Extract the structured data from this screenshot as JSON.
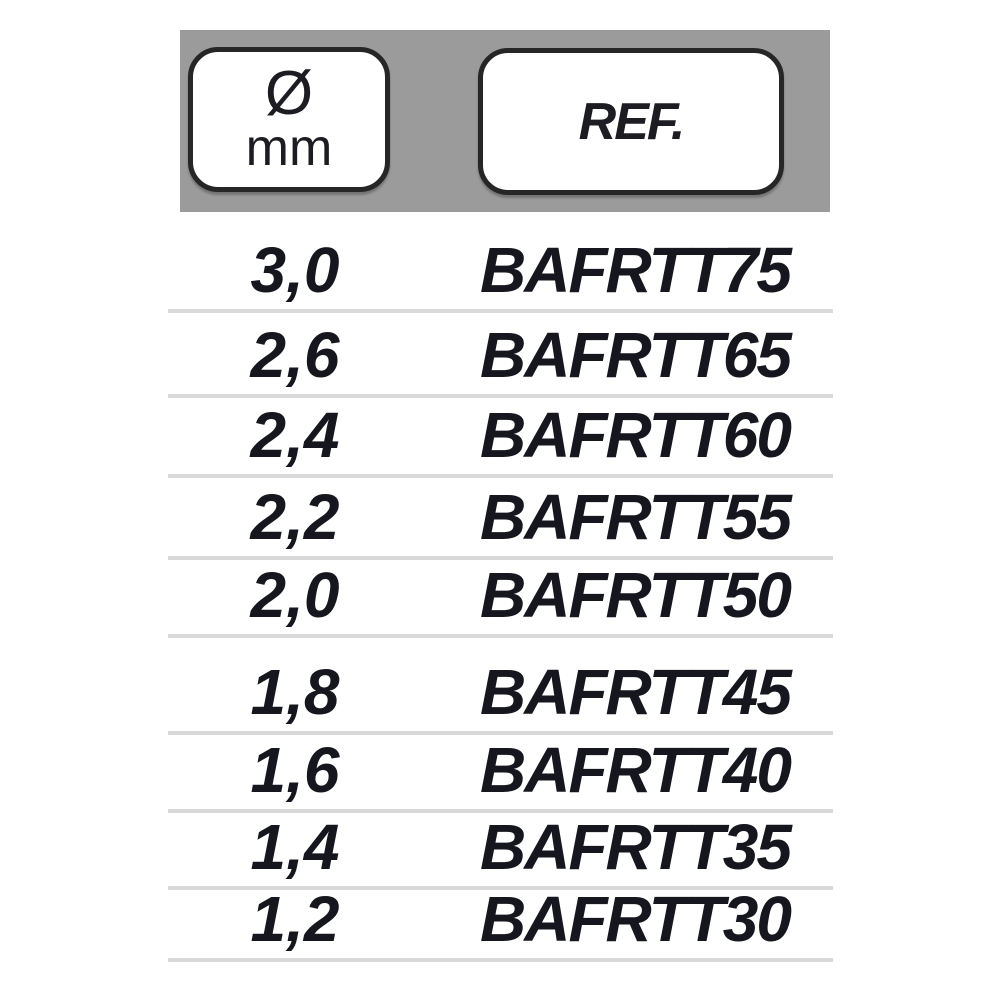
{
  "header": {
    "diameter_symbol": "Ø",
    "diameter_unit": "mm",
    "ref_label": "REF."
  },
  "chart_data": {
    "type": "table",
    "columns": [
      "Ø mm",
      "REF."
    ],
    "rows": [
      [
        "3,0",
        "BAFRTT75"
      ],
      [
        "2,6",
        "BAFRTT65"
      ],
      [
        "2,4",
        "BAFRTT60"
      ],
      [
        "2,2",
        "BAFRTT55"
      ],
      [
        "2,0",
        "BAFRTT50"
      ],
      [
        "1,8",
        "BAFRTT45"
      ],
      [
        "1,6",
        "BAFRTT40"
      ],
      [
        "1,4",
        "BAFRTT35"
      ],
      [
        "1,2",
        "BAFRTT30"
      ]
    ]
  },
  "colors": {
    "header_band": "#9b9b9b",
    "pill_fill": "#ffffff",
    "pill_border": "#262626",
    "text": "#16161e",
    "separator": "#d9d9d9",
    "background": "#ffffff"
  }
}
